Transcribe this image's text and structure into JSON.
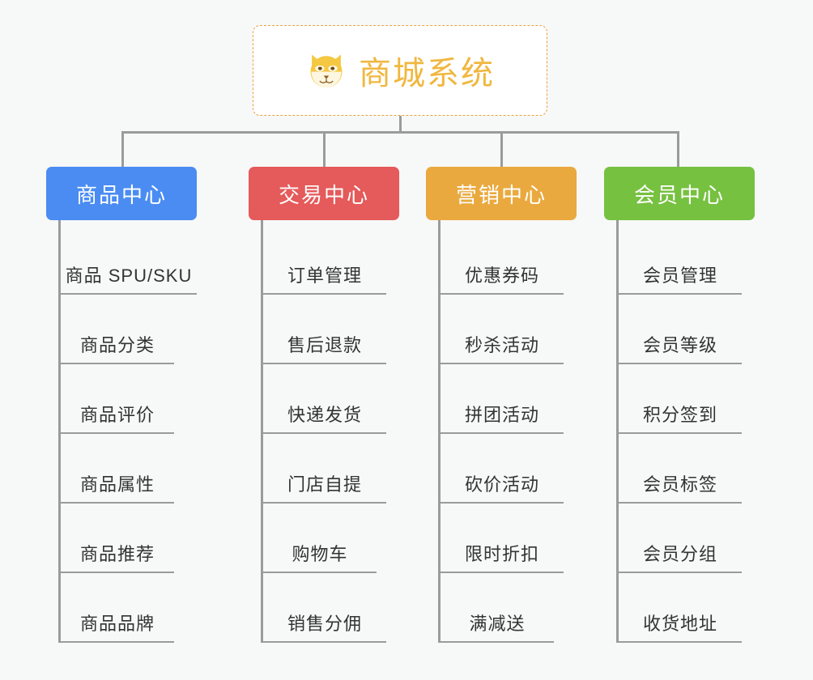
{
  "root": {
    "title": "商城系统",
    "icon": "shiba-dog-face-icon",
    "border_color": "#e8a33d",
    "text_color": "#f0b73f",
    "background": "#ffffff"
  },
  "canvas": {
    "background": "#f7f8f8",
    "connector_color": "#9b9b9b"
  },
  "columns": [
    {
      "key": "product-center",
      "title": "商品中心",
      "color": "#4a8cf2",
      "items": [
        "商品 SPU/SKU",
        "商品分类",
        "商品评价",
        "商品属性",
        "商品推荐",
        "商品品牌"
      ]
    },
    {
      "key": "trade-center",
      "title": "交易中心",
      "color": "#e55a5a",
      "items": [
        "订单管理",
        "售后退款",
        "快递发货",
        "门店自提",
        "购物车",
        "销售分佣"
      ]
    },
    {
      "key": "marketing-center",
      "title": "营销中心",
      "color": "#eaa93e",
      "items": [
        "优惠券码",
        "秒杀活动",
        "拼团活动",
        "砍价活动",
        "限时折扣",
        "满减送"
      ]
    },
    {
      "key": "member-center",
      "title": "会员中心",
      "color": "#76c140",
      "items": [
        "会员管理",
        "会员等级",
        "积分签到",
        "会员标签",
        "会员分组",
        "收货地址"
      ]
    }
  ]
}
